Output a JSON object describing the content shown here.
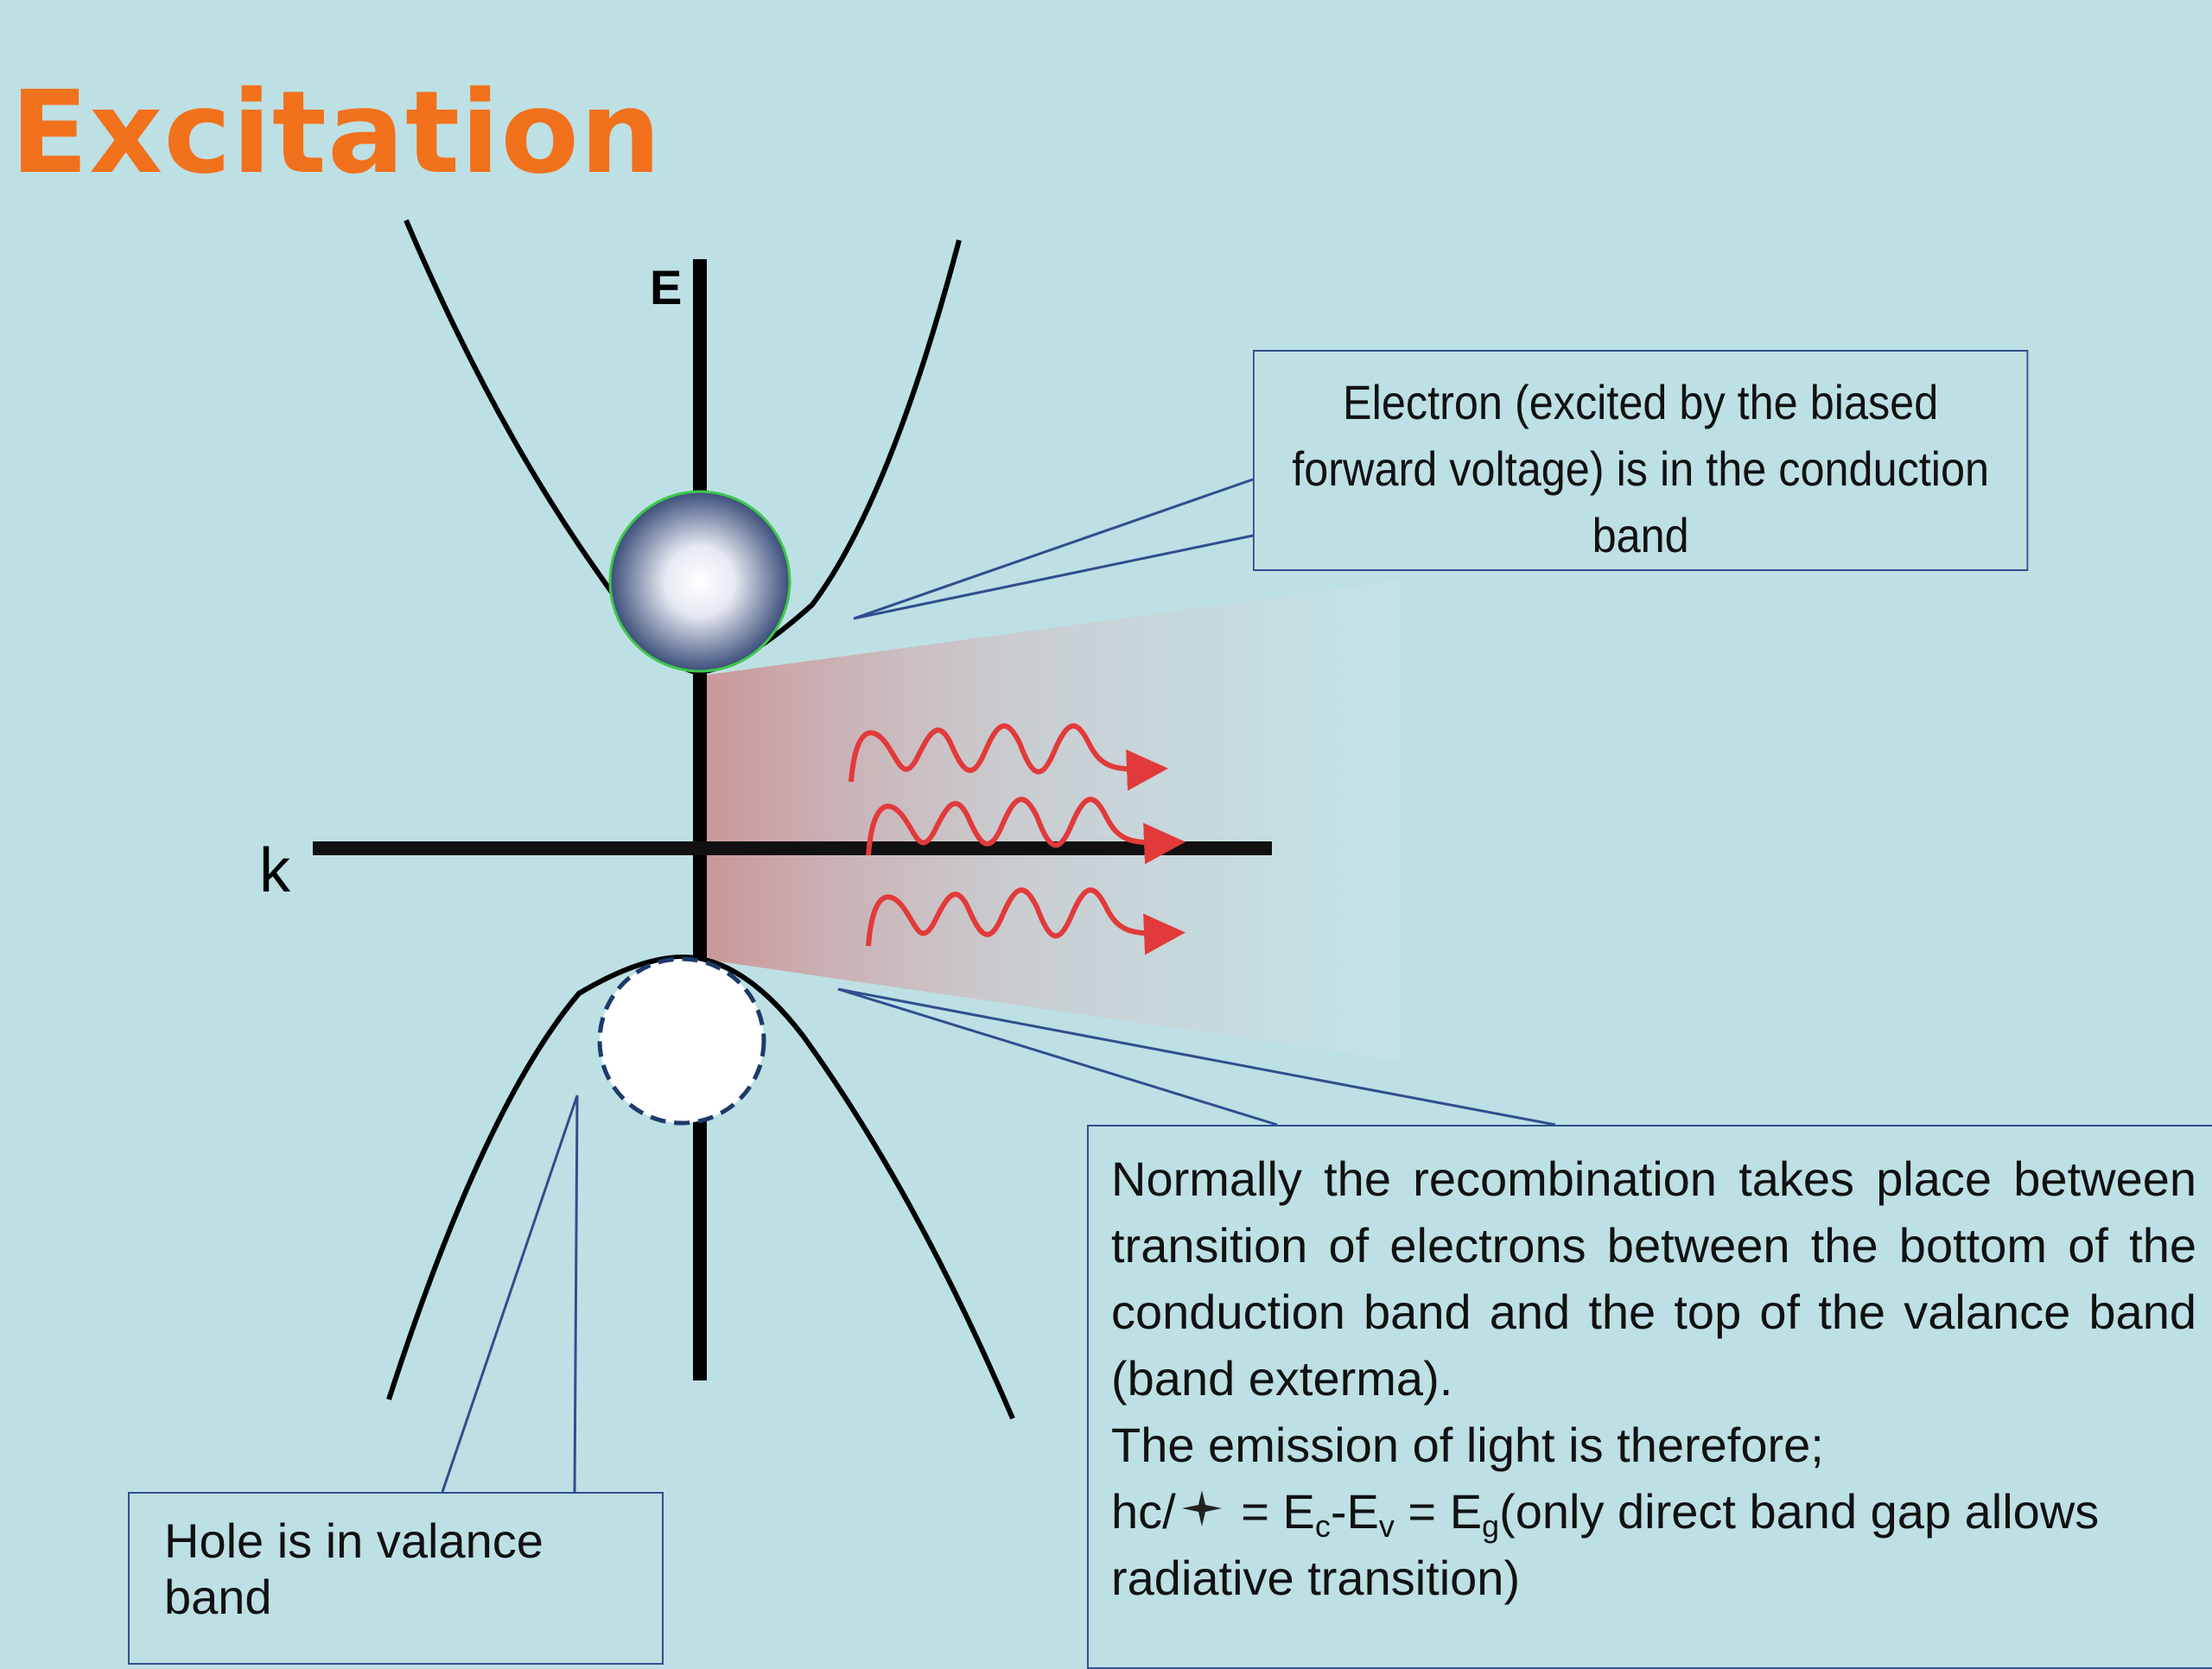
{
  "title": "Excitation",
  "axes": {
    "energy_label": "E",
    "momentum_label": "k"
  },
  "colors": {
    "title": "#f2711c",
    "background": "#bde0e4",
    "photon": "#e23a3a",
    "callout_border": "#2f4f8f"
  },
  "electron_callout": {
    "lines": [
      "Electron (excited by the biased",
      "forward voltage) is in the conduction",
      "band"
    ]
  },
  "hole_callout": {
    "text": "Hole is in valance band"
  },
  "recombination_callout": {
    "justified_lines": [
      "Normally the recombination takes place between",
      "transition of electrons between the bottom of the",
      "conduction band and the top of the valance band"
    ],
    "line4": "(band exterma).",
    "line5": "The emission of light is therefore;",
    "formula": {
      "prefix": "hc/",
      "lambda_icon": "star-lambda-icon",
      "eq1": " = E",
      "sub_c": "c",
      "minus": "-E",
      "sub_v": "v",
      "eq2": " = E",
      "sub_g": "g",
      "tail": "(only direct band gap allows"
    },
    "line7": "radiative transition)"
  }
}
